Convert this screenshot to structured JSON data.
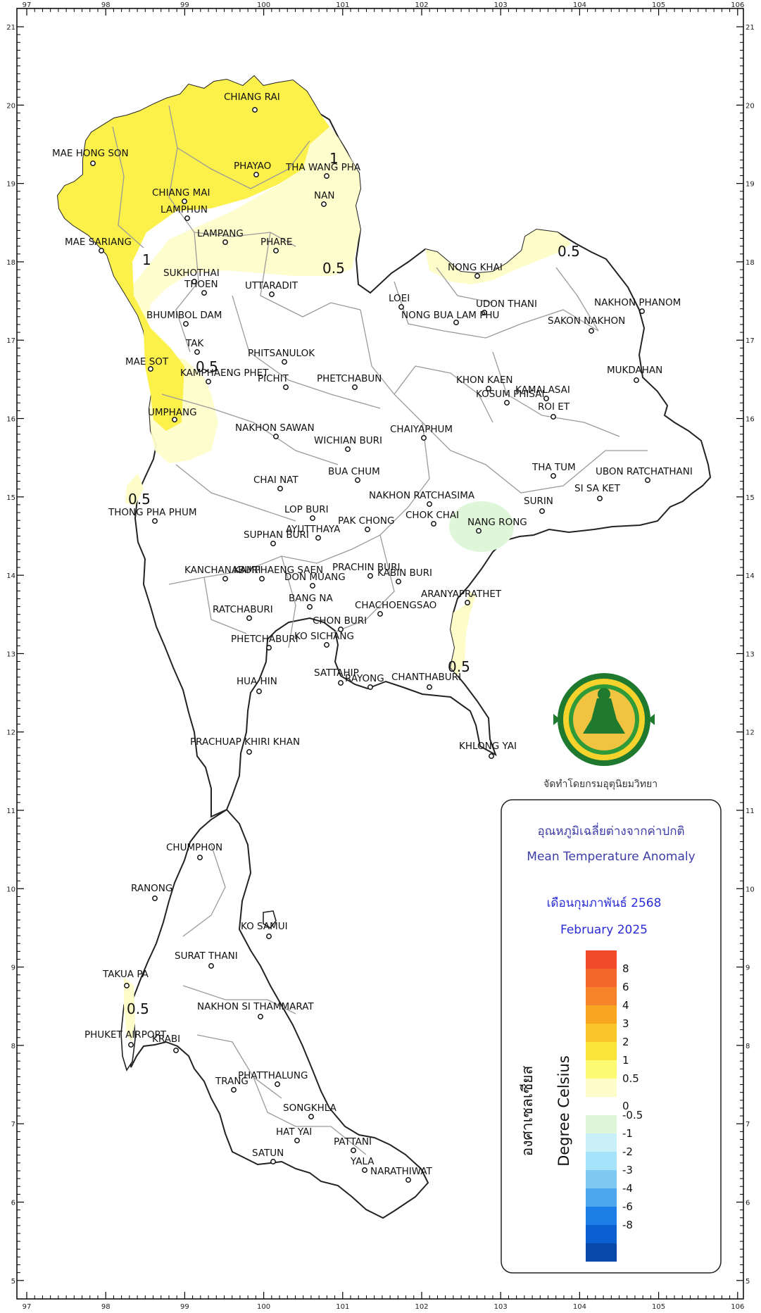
{
  "map": {
    "lon_ticks": [
      "97",
      "98",
      "99",
      "100",
      "101",
      "102",
      "103",
      "104",
      "105",
      "106"
    ],
    "lat_ticks": [
      "21",
      "20",
      "19",
      "18",
      "17",
      "16",
      "15",
      "14",
      "13",
      "12",
      "11",
      "10",
      "9",
      "8",
      "7",
      "6",
      "5"
    ],
    "contour_labels": [
      "1",
      "0.5",
      "0.5",
      "0.5",
      "0.5",
      "0.5",
      "0.5"
    ],
    "cities": [
      "CHIANG RAI",
      "MAE HONG SON",
      "PHAYAO",
      "THA WANG PHA",
      "CHIANG MAI",
      "NAN",
      "LAMPHUN",
      "LAMPANG",
      "MAE SARIANG",
      "PHARE",
      "SUKHOTHAI",
      "THOEN",
      "UTTARADIT",
      "BHUMIBOL DAM",
      "TAK",
      "PHITSANULOK",
      "MAE SOT",
      "KAMPHAENG PHET",
      "PICHIT",
      "PHETCHABUN",
      "UMPHANG",
      "NAKHON SAWAN",
      "WICHIAN BURI",
      "CHAIYAPHUM",
      "BUA CHUM",
      "CHAI NAT",
      "THONG PHA PHUM",
      "LOP BURI",
      "AYUTTHAYA",
      "SUPHAN BURI",
      "PAK CHONG",
      "NAKHON RATCHASIMA",
      "CHOK CHAI",
      "NANG RONG",
      "KANCHANABURI",
      "KAMPHAENG SAEN",
      "DON MUANG",
      "PRACHIN BURI",
      "KABIN BURI",
      "BANG NA",
      "CHACHOENGSAO",
      "RATCHABURI",
      "ARANYAPRATHET",
      "CHON BURI",
      "PHETCHABURI",
      "KO SICHANG",
      "SATTAHIP",
      "RAYONG",
      "CHANTHABURI",
      "HUA HIN",
      "KHLONG YAI",
      "PRACHUAP KHIRI KHAN",
      "NONG KHAI",
      "LOEI",
      "UDON THANI",
      "NONG BUA LAM PHU",
      "NAKHON PHANOM",
      "SAKON NAKHON",
      "MUKDAHAN",
      "KHON KAEN",
      "KOSUM PHISAI",
      "KAMALASAI",
      "ROI ET",
      "THA TUM",
      "UBON RATCHATHANI",
      "SI SA KET",
      "SURIN",
      "CHUMPHON",
      "RANONG",
      "KO SAMUI",
      "SURAT THANI",
      "TAKUA PA",
      "NAKHON SI THAMMARAT",
      "PHUKET AIRPORT",
      "KRABI",
      "PHATTHALUNG",
      "TRANG",
      "SONGKHLA",
      "HAT YAI",
      "PATTANI",
      "SATUN",
      "YALA",
      "NARATHIWAT"
    ]
  },
  "credit_text": "จัดทำโดยกรมอุตุนิยมวิทยา",
  "legend": {
    "title_th": "อุณหภูมิเฉลี่ยต่างจากค่าปกติ",
    "title_en": "Mean Temperature Anomaly",
    "month_th": "เดือนกุมภาพันธ์ 2568",
    "month_en": "February 2025",
    "unit_th": "องศาเซลเซียส",
    "unit_en": "Degree Celsius",
    "scale_labels": [
      "8",
      "6",
      "4",
      "3",
      "2",
      "1",
      "0.5",
      "0",
      "-0.5",
      "-1",
      "-2",
      "-3",
      "-4",
      "-6",
      "-8"
    ],
    "colors": [
      "#f04a2a",
      "#f4662a",
      "#f6822a",
      "#f8a51f",
      "#f9c52a",
      "#fbe43a",
      "#fdfb72",
      "#fefdca",
      "#dff7d8",
      "#c9f0f8",
      "#a5e3fa",
      "#7ecaf5",
      "#4ea6ef",
      "#1c7de6",
      "#0b5fd0",
      "#0848a8"
    ]
  },
  "palette": {
    "accent": "#3d3da8"
  }
}
